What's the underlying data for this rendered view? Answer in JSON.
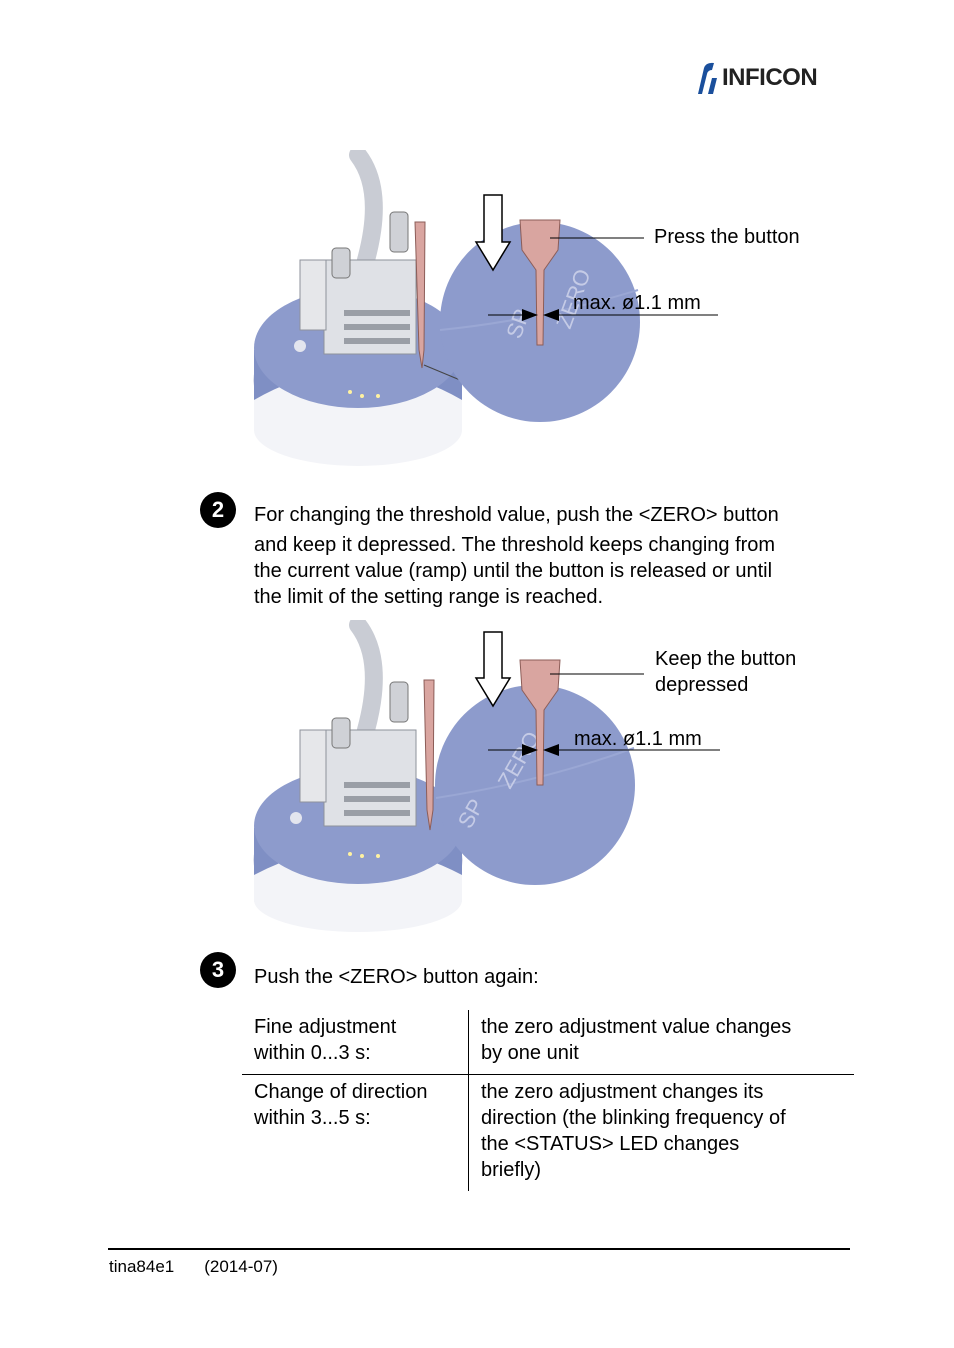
{
  "header": {
    "logo_text": "INFICON"
  },
  "figure1": {
    "callout_press": "Press the button",
    "callout_max": "max. ø1.1 mm",
    "lens_text_zero": "ZERO",
    "lens_text_sp": "SP"
  },
  "step2": {
    "number": "2",
    "lines": [
      "For changing the threshold value, push the <ZERO> button",
      "and keep it depressed. The threshold keeps changing from",
      "the current value (ramp) until the button is released or until",
      "the limit of the setting range is reached."
    ]
  },
  "figure2": {
    "callout_keep_1": "Keep the button",
    "callout_keep_2": "depressed",
    "callout_max": "max. ø1.1 mm",
    "lens_text_zero": "ZERO",
    "lens_text_sp": "SP"
  },
  "step3": {
    "number": "3",
    "text": "Push the <ZERO> button again:"
  },
  "table": {
    "rows": [
      {
        "condition": [
          "Fine adjustment",
          "within 0...3 s:"
        ],
        "result": [
          "the zero adjustment value changes",
          "by one unit"
        ]
      },
      {
        "condition": [
          "Change of direction",
          "within 3...5 s:"
        ],
        "result": [
          "the zero adjustment changes its",
          "direction (the blinking frequency of",
          "the <STATUS> LED changes",
          "briefly)"
        ]
      }
    ]
  },
  "footer": {
    "doc_id": "tina84e1",
    "date": "(2014-07)"
  },
  "colors": {
    "housing_blue": "#7f8fc4",
    "pin": "#d9a5a0",
    "text": "#000000"
  }
}
